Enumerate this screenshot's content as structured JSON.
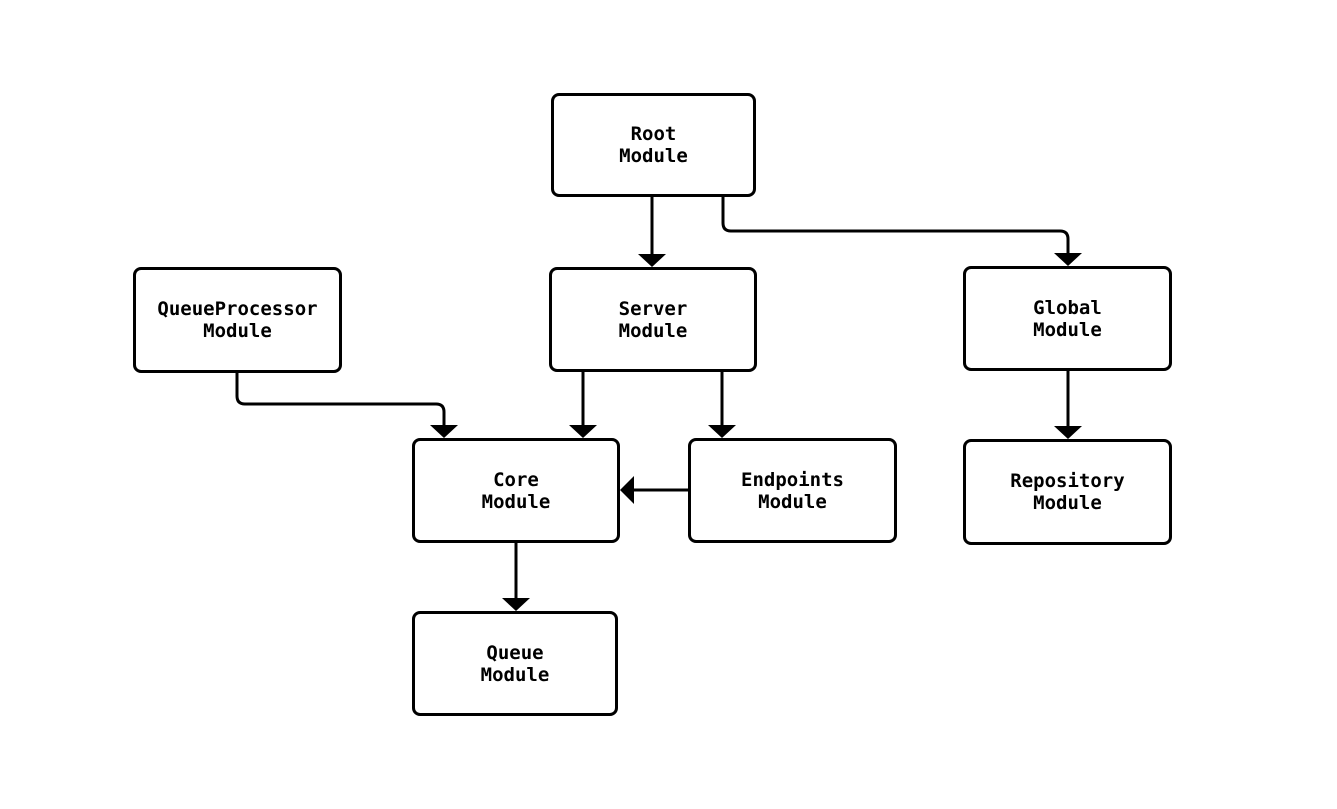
{
  "diagram": {
    "type": "module-dependency-flowchart",
    "background_color": "#ffffff",
    "line_color": "#000000",
    "node_fill": "#ffffff",
    "node_border_color": "#000000",
    "text_color": "#000000",
    "nodes": [
      {
        "id": "root-module",
        "line1": "Root",
        "line2": "Module"
      },
      {
        "id": "server-module",
        "line1": "Server",
        "line2": "Module"
      },
      {
        "id": "queueprocessor-module",
        "line1": "QueueProcessor",
        "line2": "Module"
      },
      {
        "id": "global-module",
        "line1": "Global",
        "line2": "Module"
      },
      {
        "id": "core-module",
        "line1": "Core",
        "line2": "Module"
      },
      {
        "id": "endpoints-module",
        "line1": "Endpoints",
        "line2": "Module"
      },
      {
        "id": "repository-module",
        "line1": "Repository",
        "line2": "Module"
      },
      {
        "id": "queue-module",
        "line1": "Queue",
        "line2": "Module"
      }
    ],
    "edges": [
      {
        "from": "root-module",
        "to": "server-module"
      },
      {
        "from": "root-module",
        "to": "global-module"
      },
      {
        "from": "server-module",
        "to": "core-module"
      },
      {
        "from": "server-module",
        "to": "endpoints-module"
      },
      {
        "from": "queueprocessor-module",
        "to": "core-module"
      },
      {
        "from": "endpoints-module",
        "to": "core-module"
      },
      {
        "from": "global-module",
        "to": "repository-module"
      },
      {
        "from": "core-module",
        "to": "queue-module"
      }
    ]
  }
}
